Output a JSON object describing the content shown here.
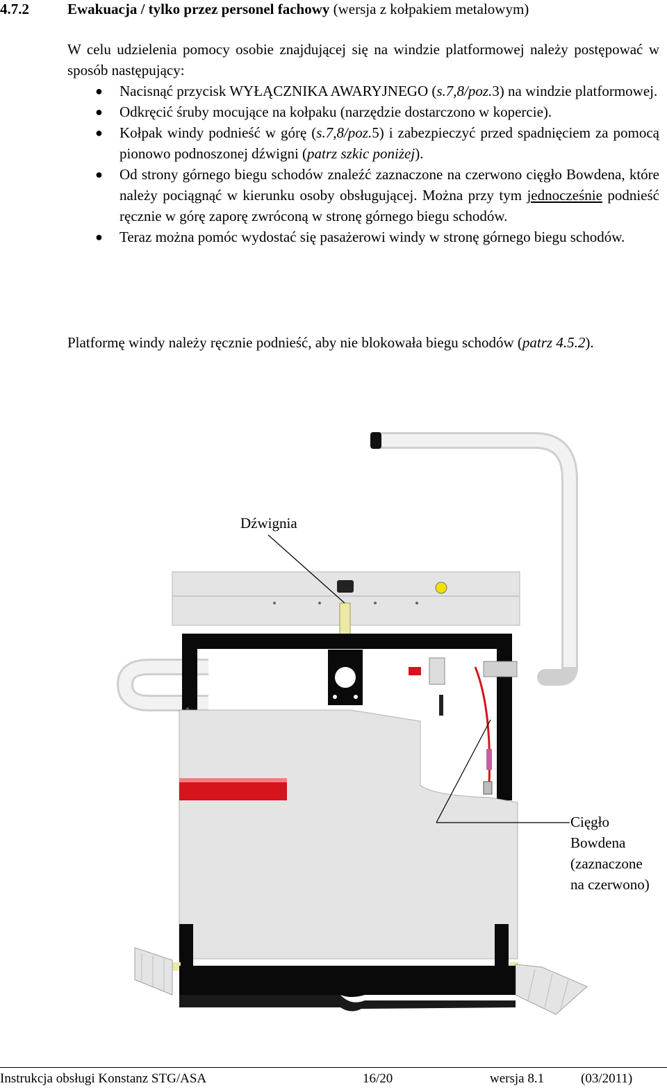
{
  "heading": {
    "number": "4.7.2",
    "title_bold": "Ewakuacja / tylko przez personel fachowy",
    "title_normal": " (wersja z kołpakiem metalowym)"
  },
  "intro": "W celu udzielenia pomocy osobie znajdującej się na windzie platformowej należy postępować w sposób następujący:",
  "steps": [
    {
      "a": "Nacisnąć przycisk WYŁĄCZNIKA AWARYJNEGO (",
      "ref": "s.7,8/poz.",
      "num": "3",
      "b": ") na windzie platformowej."
    },
    {
      "text": "Odkręcić śruby mocujące na kołpaku (narzędzie dostarczono w kopercie)."
    },
    {
      "a": "Kołpak windy podnieść w górę (",
      "ref": "s.7,8/poz.",
      "num": "5",
      "b": ") i zabezpieczyć przed spadnięciem za pomocą pionowo podnoszonej dźwigni (",
      "see": "patrz szkic poniżej",
      "c": ")."
    },
    {
      "a": "Od strony górnego biegu schodów znaleźć zaznaczone na czerwono cięgło Bowdena, które należy pociągnąć w kierunku osoby obsługującej. Można przy tym ",
      "u": "jednocześnie",
      "b": " podnieść ręcznie w górę zaporę zwróconą w stronę górnego biegu schodów."
    },
    {
      "text": "Teraz można pomóc wydostać się pasażerowi windy w stronę górnego biegu schodów."
    }
  ],
  "outro": {
    "a": "Platformę windy należy ręcznie podnieść, aby nie blokowała biegu schodów (",
    "see": "patrz 4.5.2",
    "b": ")."
  },
  "figure": {
    "label_lever": "Dźwignia",
    "label_cable_1": "Cięgło",
    "label_cable_2": "Bowdena",
    "label_cable_3": "(zaznaczone",
    "label_cable_4": "na czerwono)"
  },
  "footer": {
    "title": "Instrukcja obsługi Konstanz STG/ASA",
    "page": "16/20",
    "version": "wersja 8.1",
    "date": "(03/2011)"
  },
  "colors": {
    "red": "#d6141b",
    "frame": "#0a0a0a",
    "panel": "#e4e4e4",
    "yellow": "#ece8a8"
  }
}
